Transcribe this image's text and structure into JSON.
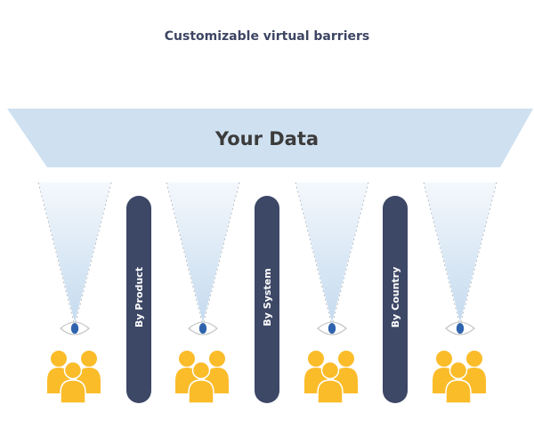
{
  "title": "Customizable virtual barriers",
  "source": {
    "label": "Your Data",
    "fill": "#cfe1f1"
  },
  "barriers": [
    {
      "label": "By Product"
    },
    {
      "label": "By System"
    },
    {
      "label": "By Country"
    }
  ],
  "viewers": [
    {
      "name": "viewer-group-1"
    },
    {
      "name": "viewer-group-2"
    },
    {
      "name": "viewer-group-3"
    },
    {
      "name": "viewer-group-4"
    }
  ],
  "colors": {
    "barrier": "#3d4766",
    "people": "#fbbc2a",
    "pupil": "#2f63ad",
    "eye_outline": "#c8c8c8",
    "cone_top": "#f4f8fc",
    "cone_apex": "#c5dbef",
    "cone_edge": "#a8b0ba"
  },
  "icons": {
    "eye": "eye-icon",
    "people": "people-group-icon"
  }
}
